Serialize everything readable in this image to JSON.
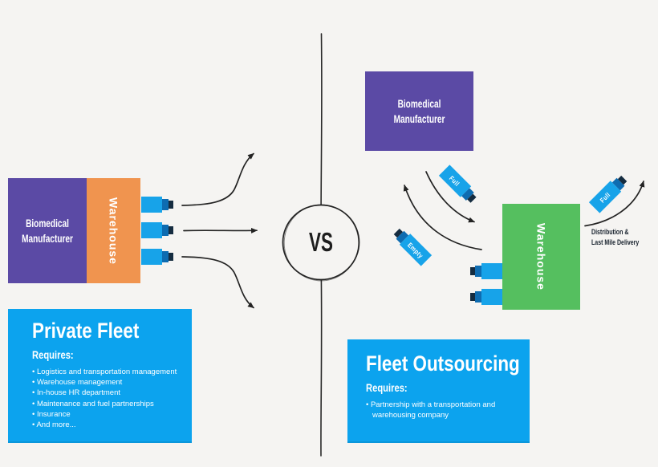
{
  "colors": {
    "background": "#f5f4f2",
    "purple": "#5b4aa5",
    "orange": "#f0944f",
    "green": "#55bf5f",
    "blue": "#0ca3ee",
    "truck_body": "#17a3e9",
    "truck_cab": "#0e6cb1",
    "truck_front": "#152c40",
    "ink": "#232323"
  },
  "vs_label": "VS",
  "left_diagram": {
    "manufacturer_label": "Biomedical Manufacturer",
    "warehouse_label": "Warehouse"
  },
  "right_diagram": {
    "manufacturer_label": "Biomedical Manufacturer",
    "warehouse_label": "Warehouse",
    "truck_full_label": "Full",
    "truck_empty_label": "Empty",
    "truck_outbound_label": "Full",
    "distribution_caption_line1": "Distribution &",
    "distribution_caption_line2": "Last Mile Delivery"
  },
  "private_fleet": {
    "title": "Private Fleet",
    "requires_label": "Requires:",
    "bullets": [
      "Logistics and transportation management",
      "Warehouse management",
      "In-house HR department",
      "Maintenance and fuel partnerships",
      "Insurance",
      "And more..."
    ]
  },
  "fleet_outsourcing": {
    "title": "Fleet Outsourcing",
    "requires_label": "Requires:",
    "bullets": [
      "Partnership with a transportation and warehousing company"
    ]
  }
}
